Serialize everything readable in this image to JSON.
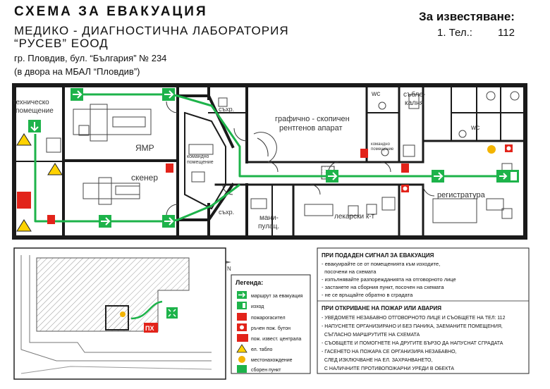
{
  "header": {
    "title": "СХЕМА ЗА ЕВАКУАЦИЯ",
    "subtitle1": "МЕДИКО - ДИАГНОСТИЧНА  ЛАБОРАТОРИЯ",
    "subtitle2": "“РУСЕВ” ЕООД",
    "address1": "гр. Пловдив, бул. “България” № 234",
    "address2": "(в двора на МБАЛ “Пловдив”)"
  },
  "info": {
    "title": "За известяване:",
    "phone_label": "1. Тел.:",
    "phone_number": "112"
  },
  "rooms": {
    "tech1": "техническо",
    "tech2": "помещение",
    "mri": "ЯМР",
    "scanner": "скенер",
    "control1": "командно",
    "control2": "помещение",
    "storage_top": "съхр.",
    "storage_bottom": "съхр.",
    "xray1": "графично - скопичен",
    "xray2": "рентгенов апарат",
    "control_small1": "командно",
    "control_small2": "помещение",
    "wc_top": "wc",
    "wc_right": "wc",
    "changing1": "съблe-",
    "changing2": "калня",
    "reception": "регистратура",
    "manip1": "мани-",
    "manip2": "пулац.",
    "doctors": "лекарски к-т"
  },
  "compass": {
    "north": "N"
  },
  "site": {
    "px_label": "ПХ"
  },
  "legend": {
    "title": "Легенда:",
    "items": [
      {
        "label": "маршрут за евакуация",
        "icon": "evacuation-route-arrow-icon"
      },
      {
        "label": "изход",
        "icon": "exit-sign-icon"
      },
      {
        "label": "пожарогасител",
        "icon": "fire-extinguisher-icon"
      },
      {
        "label": "ръчен пож. бутон",
        "icon": "manual-call-point-icon"
      },
      {
        "label": "пож. извест. централа",
        "icon": "fire-alarm-panel-icon"
      },
      {
        "label": "ел. табло",
        "icon": "electrical-panel-icon"
      },
      {
        "label": "местонахождение",
        "icon": "you-are-here-icon"
      },
      {
        "label": "сборен пункт",
        "icon": "assembly-point-icon"
      }
    ]
  },
  "instructions": {
    "signal_title": "ПРИ ПОДАДЕН СИГНАЛ ЗА ЕВАКУАЦИЯ",
    "signal_lines": [
      "- евакуирайте се от помещенията към изходите,",
      "  посочени на схемата",
      "- изпълнявайте разпорежданията на отговорното лице",
      "- застанете на сборния пункт, посочен на схемата",
      "- не се връщайте обратно в сградата"
    ],
    "fire_title": "ПРИ ОТКРИВАНЕ НА ПОЖАР ИЛИ АВАРИЯ",
    "fire_lines": [
      "- УВЕДОМЕТЕ НЕЗАБАВНО ОТГОВОРНОТО ЛИЦЕ И СЪОБЩЕТЕ НА ТЕЛ: 112",
      "- НАПУСНЕТЕ ОРГАНИЗИРАНО И БЕЗ ПАНИКА, ЗАЕМАНИТЕ ПОМЕЩЕНИЯ,",
      "  СЪГЛАСНО МАРШРУТИТЕ НА СХЕМАТА",
      "- СЪОБЩЕТЕ И ПОМОГНЕТЕ НА ДРУГИТЕ БЪРЗО ДА НАПУСНАТ СГРАДАТА",
      "- ГАСЕНЕТО НА ПОЖАРА СЕ ОРГАНИЗИРА НЕЗАБАВНО,",
      "  СЛЕД ИЗКЛЮЧВАНЕ НА ЕЛ. ЗАХРАНВАНЕТО,",
      "  С НАЛИЧНИТЕ ПРОТИВОПОЖАРНИ УРЕДИ В ОБЕКТА"
    ]
  },
  "colors": {
    "route": "#1db34a",
    "sign_red": "#e2231a",
    "wall": "#1a1a1a",
    "location": "#f3b400",
    "warning_yellow": "#ffd200"
  }
}
